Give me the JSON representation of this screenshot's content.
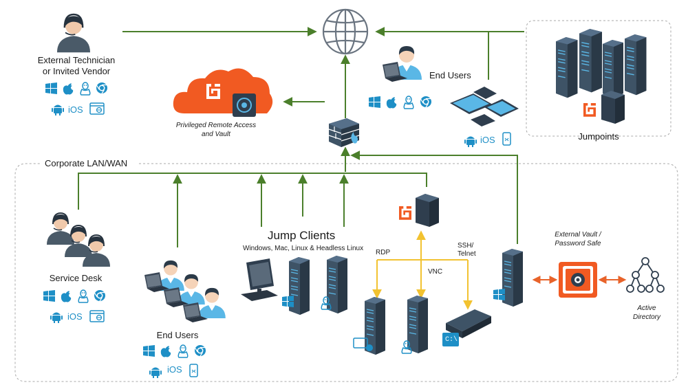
{
  "labels": {
    "external_technician_line1": "External Technician",
    "external_technician_line2": "or Invited Vendor",
    "pra_line1": "Privileged Remote Access",
    "pra_line2": "and Vault",
    "end_users_top": "End Users",
    "jumpoints": "Jumpoints",
    "corporate_lan": "Corporate LAN/WAN",
    "service_desk": "Service Desk",
    "jump_clients": "Jump Clients",
    "jump_clients_sub": "Windows, Mac, Linux & Headless Linux",
    "end_users_bottom": "End Users",
    "rdp": "RDP",
    "vnc": "VNC",
    "ssh_line1": "SSH/",
    "ssh_line2": "Telnet",
    "external_vault_line1": "External Vault /",
    "external_vault_line2": "Password Safe",
    "active_directory_line1": "Active",
    "active_directory_line2": "Directory",
    "ios": "iOS",
    "cmd": "C:\\"
  },
  "colors": {
    "green_line": "#4b7f2b",
    "yellow_line": "#f2c230",
    "orange_arrow": "#e8632a",
    "brand_orange": "#f15a22",
    "dark_navy": "#2f3e4e",
    "person_blue": "#5ab7e6",
    "icon_blue": "#1e8fc6",
    "dashed_border": "#a8a8a8"
  }
}
